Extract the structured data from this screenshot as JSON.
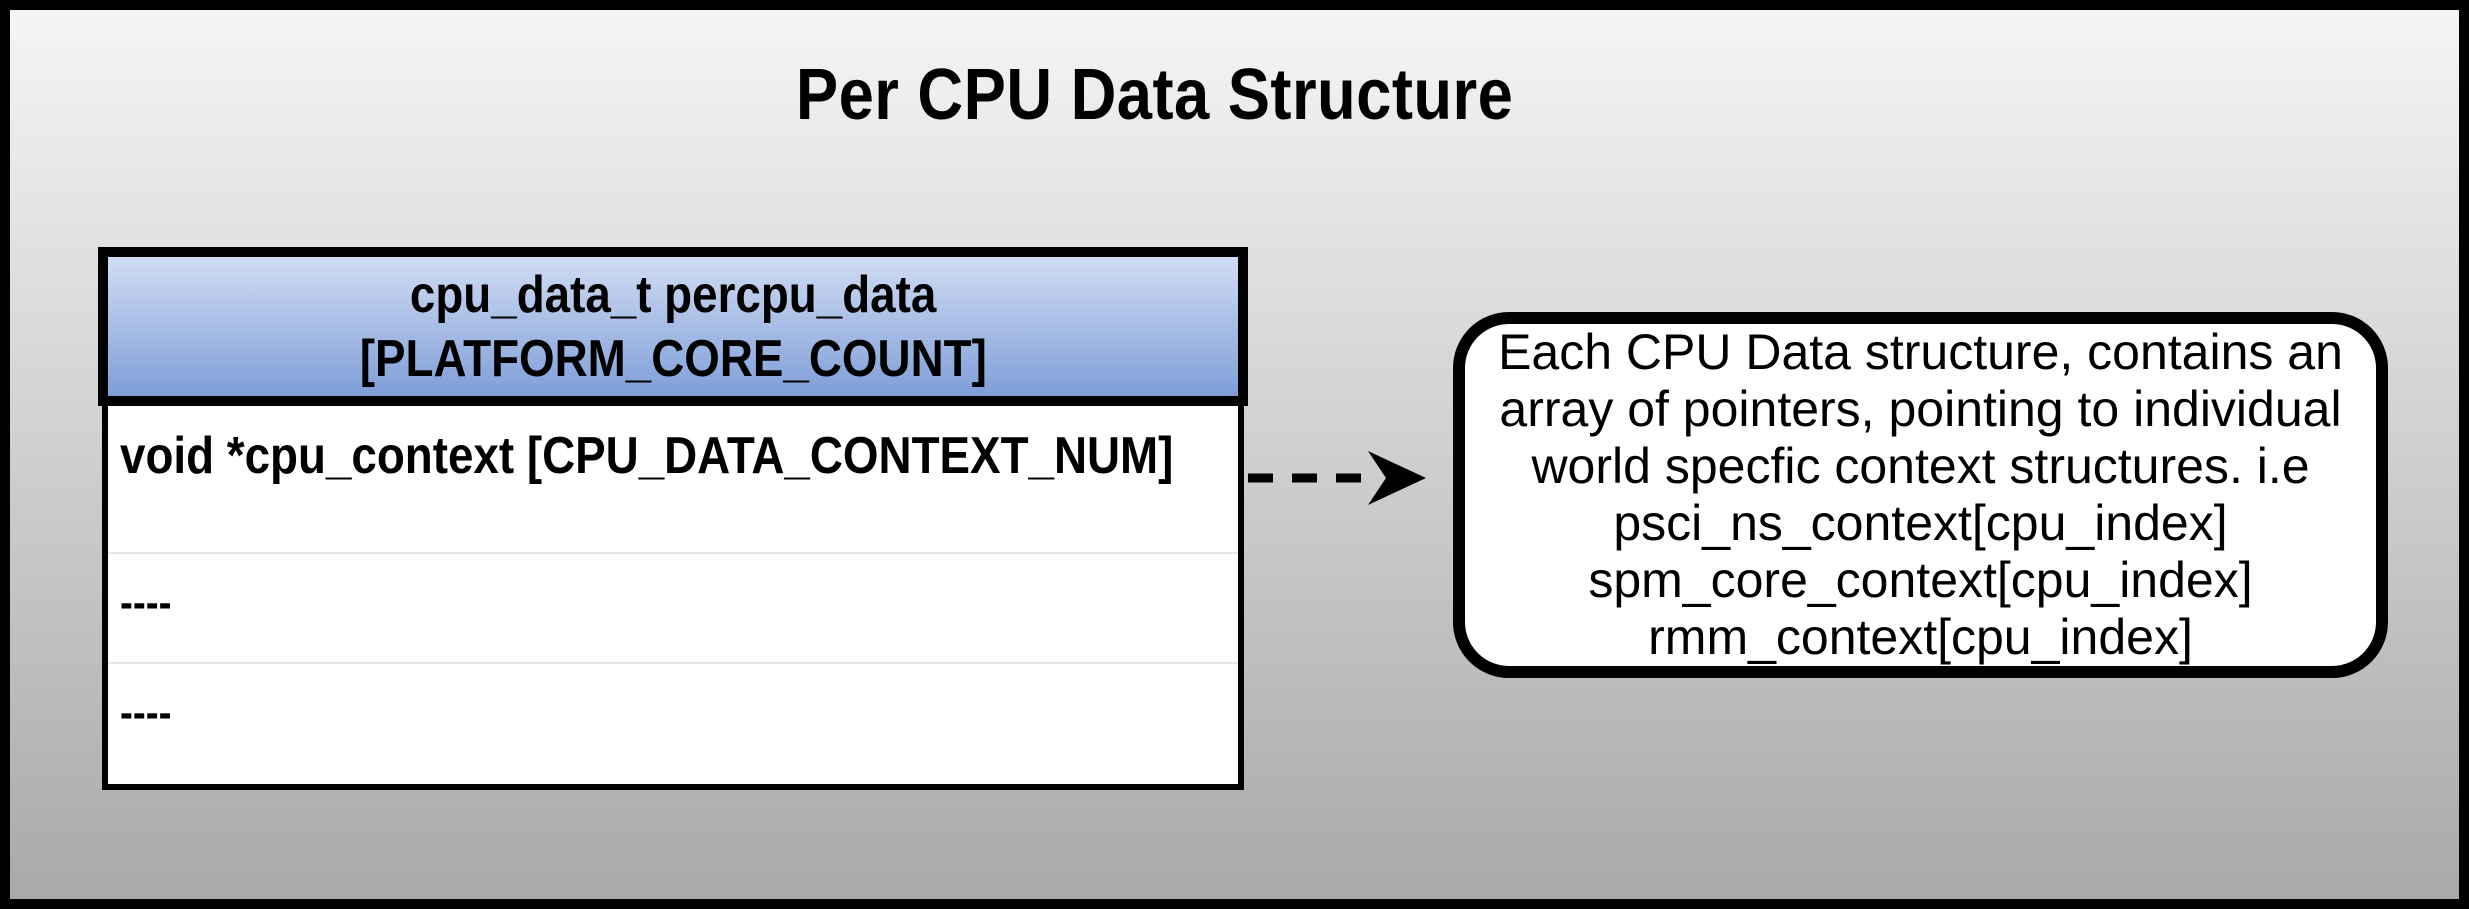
{
  "title": "Per CPU Data Structure",
  "struct_table": {
    "header": {
      "line1": "cpu_data_t percpu_data",
      "line2": "[PLATFORM_CORE_COUNT]"
    },
    "rows": [
      "void *cpu_context [CPU_DATA_CONTEXT_NUM]",
      "----",
      "----"
    ]
  },
  "callout": {
    "lines": [
      "Each CPU Data structure, contains an",
      "array of pointers, pointing to individual",
      "world specfic context structures. i.e",
      "psci_ns_context[cpu_index]",
      "spm_core_context[cpu_index]",
      "rmm_context[cpu_index]"
    ]
  },
  "arrow": {
    "style": "dashed",
    "direction": "right"
  },
  "colors": {
    "page_background_top": "#f5f5f5",
    "page_background_bottom": "#a9a9a9",
    "page_border": "#000000",
    "header_fill_top": "#d0dcf3",
    "header_fill_bottom": "#7f9ed8",
    "box_border": "#000000",
    "body_fill": "#ffffff",
    "callout_fill": "#ffffff",
    "row_divider": "#e6e6e6",
    "text": "#000000"
  }
}
